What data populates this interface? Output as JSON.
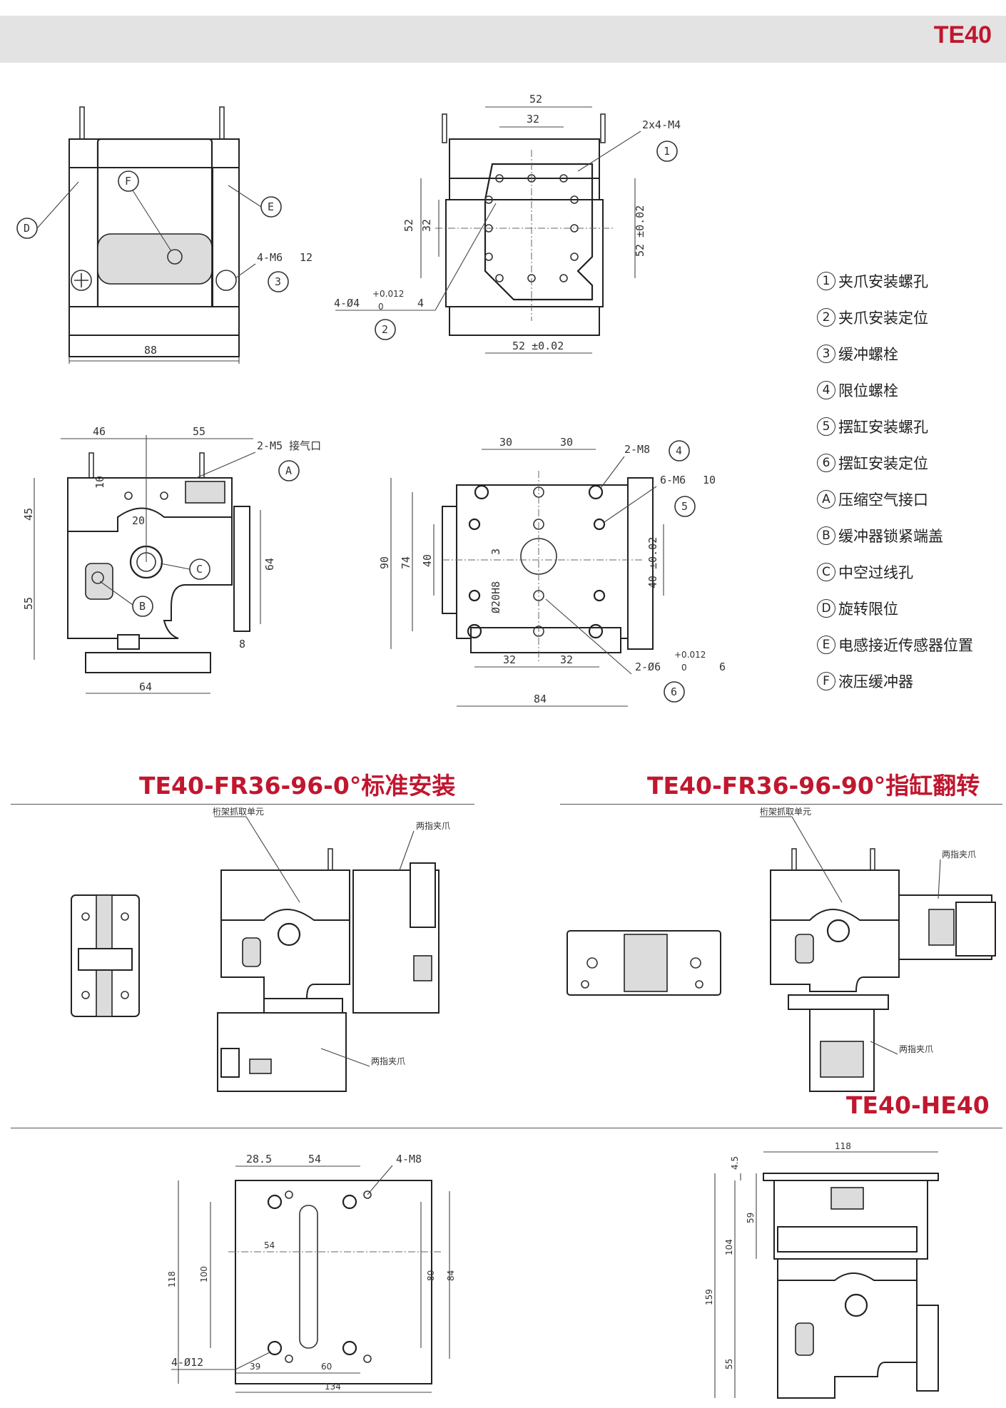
{
  "header": {
    "title": "TE40"
  },
  "legend": [
    {
      "marker": "1",
      "text": "夹爪安装螺孔"
    },
    {
      "marker": "2",
      "text": "夹爪安装定位"
    },
    {
      "marker": "3",
      "text": "缓冲螺栓"
    },
    {
      "marker": "4",
      "text": "限位螺栓"
    },
    {
      "marker": "5",
      "text": "摆缸安装螺孔"
    },
    {
      "marker": "6",
      "text": "摆缸安装定位"
    },
    {
      "marker": "A",
      "text": "压缩空气接口"
    },
    {
      "marker": "B",
      "text": "缓冲器锁紧端盖"
    },
    {
      "marker": "C",
      "text": "中空过线孔"
    },
    {
      "marker": "D",
      "text": "旋转限位"
    },
    {
      "marker": "E",
      "text": "电感接近传感器位置"
    },
    {
      "marker": "F",
      "text": "液压缓冲器"
    }
  ],
  "drawings": {
    "front": {
      "width": "88",
      "bolt": "4-M6",
      "depth": "12",
      "labels": [
        "D",
        "F",
        "E",
        "3"
      ]
    },
    "top": {
      "d52": "52",
      "d32": "32",
      "thread": "2x4-M4",
      "v52": "52",
      "v32": "32",
      "tol": "52 ±0.02",
      "vtol": "52 ±0.02",
      "pin": "4-Ø4",
      "pintol_up": "+0.012",
      "pintol_dn": "0",
      "pindepth": "4",
      "labels": [
        "1",
        "2"
      ]
    },
    "side": {
      "d46": "46",
      "d55": "55",
      "port": "2-M5 接气口",
      "d10": "10",
      "d20": "20",
      "d45": "45",
      "d55v": "55",
      "d64v": "64",
      "d8": "8",
      "d64": "64",
      "labels": [
        "A",
        "C",
        "B"
      ]
    },
    "bottom": {
      "d30a": "30",
      "d30b": "30",
      "thread": "2-M8",
      "holes": "6-M6",
      "holedepth": "10",
      "d90": "90",
      "d74": "74",
      "d40": "40",
      "d20h8": "Ø20H8",
      "d20depth": "3",
      "d40tol": "40 ±0.02",
      "d32a": "32",
      "d32b": "32",
      "pin": "2-Ø6",
      "pintol_up": "+0.012",
      "pintol_dn": "0",
      "pindepth": "6",
      "d84": "84",
      "labels": [
        "4",
        "5",
        "6"
      ]
    }
  },
  "sections": {
    "standard": {
      "title": "TE40-FR36-96-0°标准安装",
      "label_top": "桁架抓取单元",
      "label_gripper": "两指夹爪",
      "label_gripper2": "两指夹爪"
    },
    "flip": {
      "title": "TE40-FR36-96-90°指缸翻转",
      "label_top": "桁架抓取单元",
      "label_gripper": "两指夹爪",
      "label_gripper2": "两指夹爪"
    },
    "he40": {
      "title": "TE40-HE40",
      "plate": {
        "d285": "28.5",
        "d54": "54",
        "thread": "4-M8",
        "d118": "118",
        "d100": "100",
        "d54b": "54",
        "d80": "80",
        "d84": "84",
        "hole": "4-Ø12",
        "d39": "39",
        "d60": "60",
        "d134": "134"
      },
      "assembly": {
        "d118": "118",
        "d45": "4.5",
        "d59": "59",
        "d104": "104",
        "d159": "159",
        "d55": "55"
      }
    }
  }
}
